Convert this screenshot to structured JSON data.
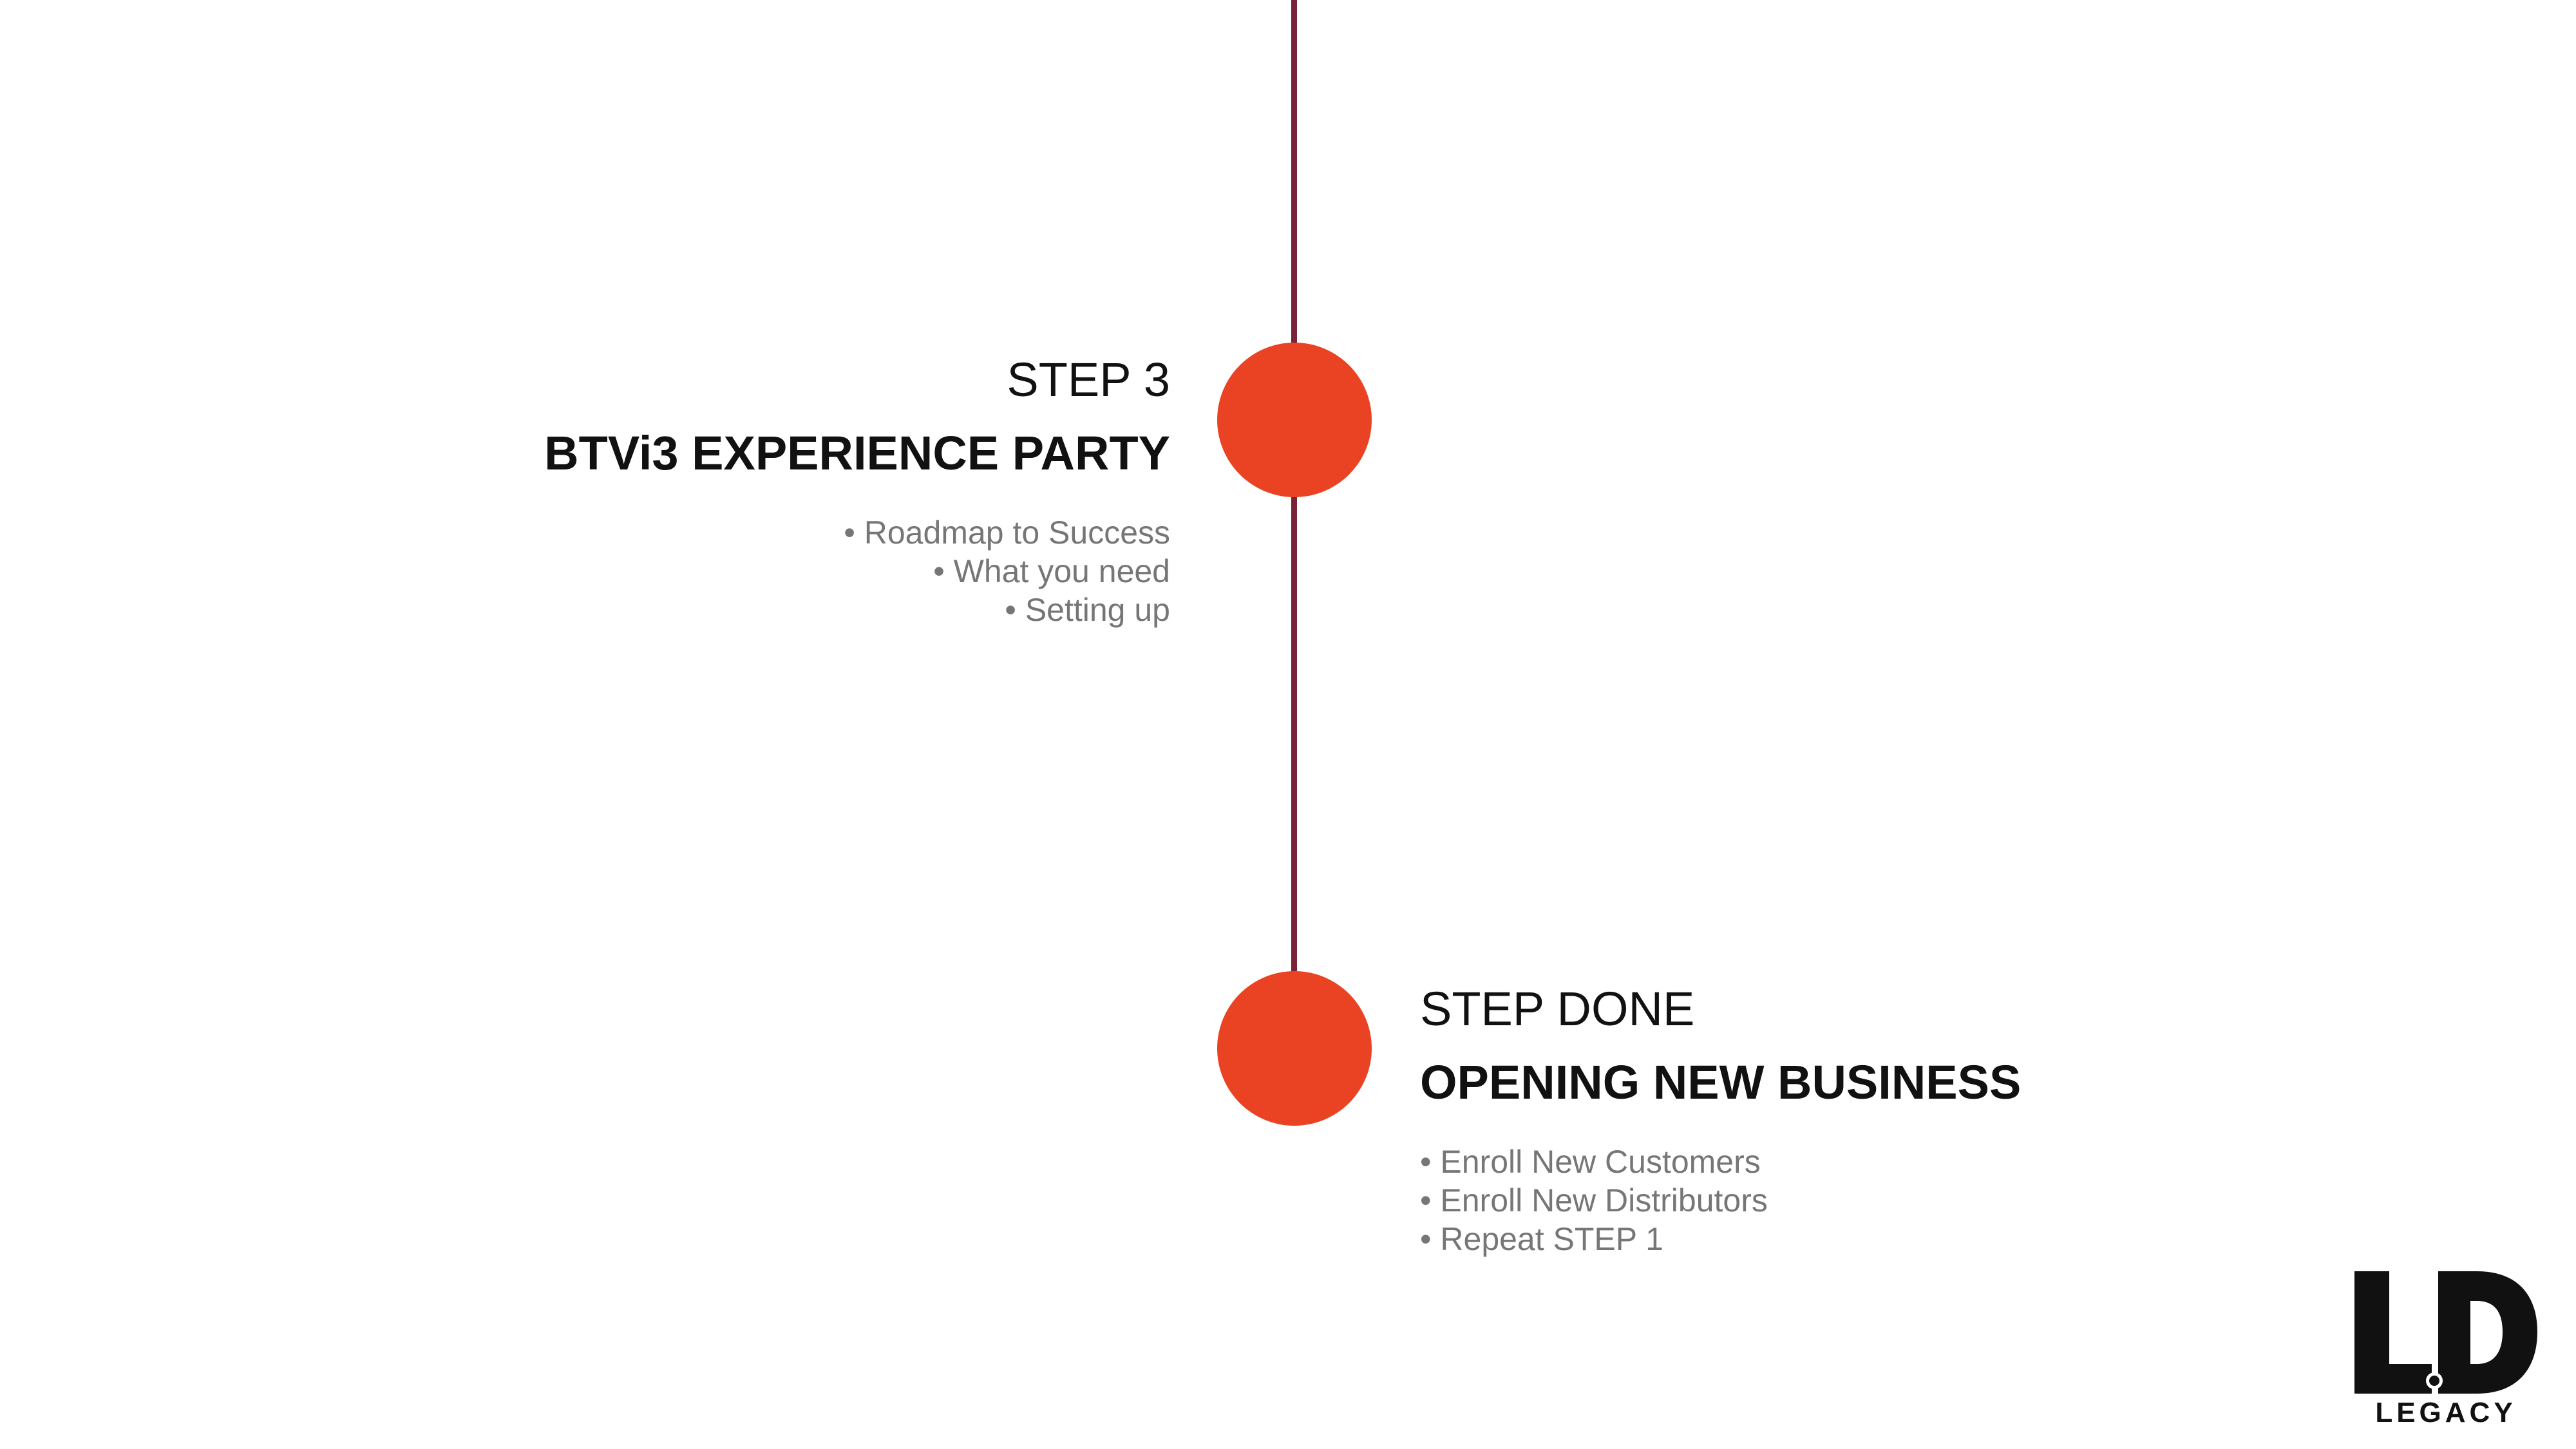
{
  "steps": [
    {
      "label": "STEP 3",
      "title": "BTVi3 EXPERIENCE PARTY",
      "items": [
        "• Roadmap to Success",
        "• What you need",
        "• Setting up"
      ]
    },
    {
      "label": "STEP DONE",
      "title": "OPENING NEW BUSINESS",
      "items": [
        "• Enroll New Customers",
        "• Enroll New Distributors",
        "• Repeat STEP 1"
      ]
    }
  ],
  "logo": {
    "text": "LEGACY",
    "monogram": "LD"
  },
  "colors": {
    "timeline_line": "#7a2238",
    "node": "#e94324",
    "heading": "#111111",
    "bullet_text": "#767676"
  }
}
